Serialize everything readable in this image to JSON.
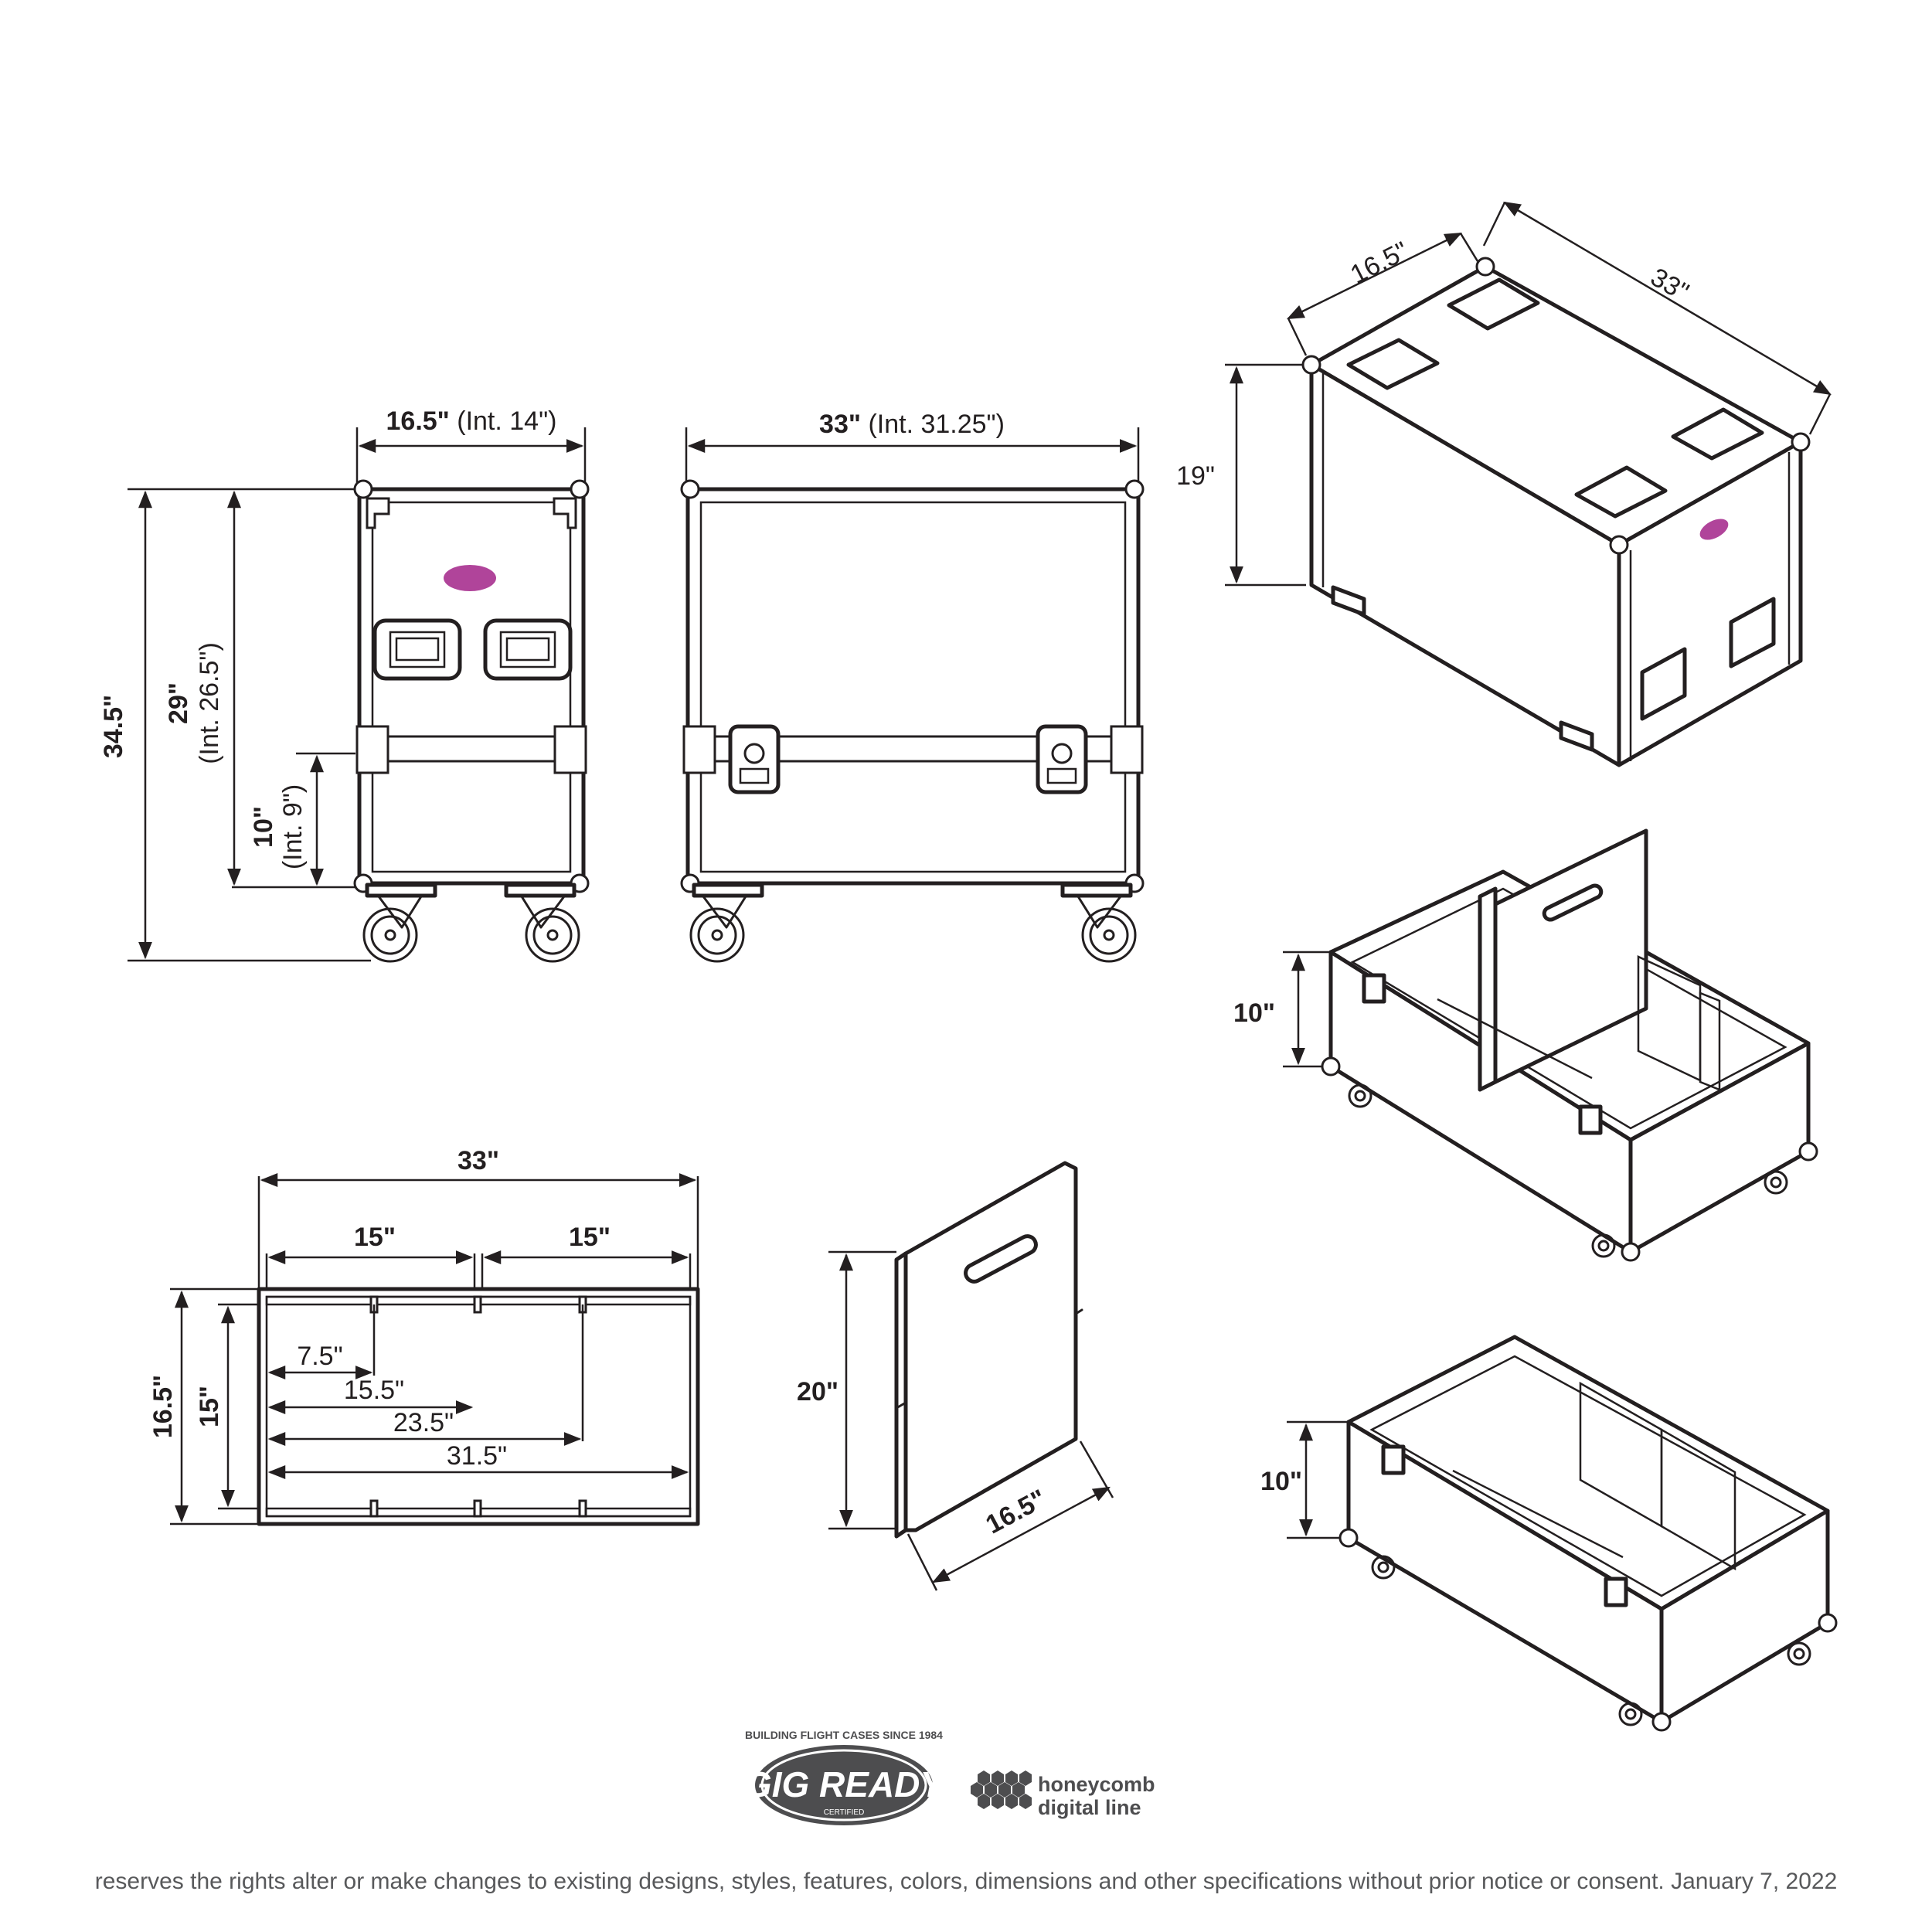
{
  "front_view": {
    "width_label": "16.5\"",
    "width_int_label": "(Int. 14\")",
    "height_total_label": "34.5\"",
    "height_body_label": "29\"",
    "height_body_int_label": "(Int. 26.5\")",
    "height_lower_label": "10\"",
    "height_lower_int_label": "(Int. 9\")"
  },
  "side_view": {
    "width_label": "33\"",
    "width_int_label": "(Int. 31.25\")"
  },
  "iso_view": {
    "depth_label": "16.5\"",
    "length_label": "33\"",
    "height_label": "19\""
  },
  "open_view_upper": {
    "height_label": "10\""
  },
  "open_view_lower": {
    "height_label": "10\""
  },
  "top_plan": {
    "length_label": "33\"",
    "left_section_label": "15\"",
    "right_section_label": "15\"",
    "depth_label": "16.5\"",
    "inner_depth_label": "15\"",
    "div_1_label": "7.5\"",
    "div_2_label": "15.5\"",
    "div_3_label": "23.5\"",
    "div_4_label": "31.5\""
  },
  "divider_panel": {
    "height_label": "20\"",
    "width_label": "16.5\""
  },
  "logos": {
    "gigready_arc_text": "BUILDING FLIGHT CASES SINCE 1984",
    "gigready_name": "GIG READY",
    "gigready_sub": "CERTIFIED",
    "honeycomb_line1": "honeycomb",
    "honeycomb_line2": "digital line"
  },
  "footer": {
    "text": "reserves the rights alter or make changes to existing designs, styles, features, colors, dimensions and other specifications without prior notice or consent.  January 7, 2022"
  },
  "colors": {
    "line": "#231f20",
    "accent_oval": "#b0449a",
    "footer_text": "#58595b"
  }
}
